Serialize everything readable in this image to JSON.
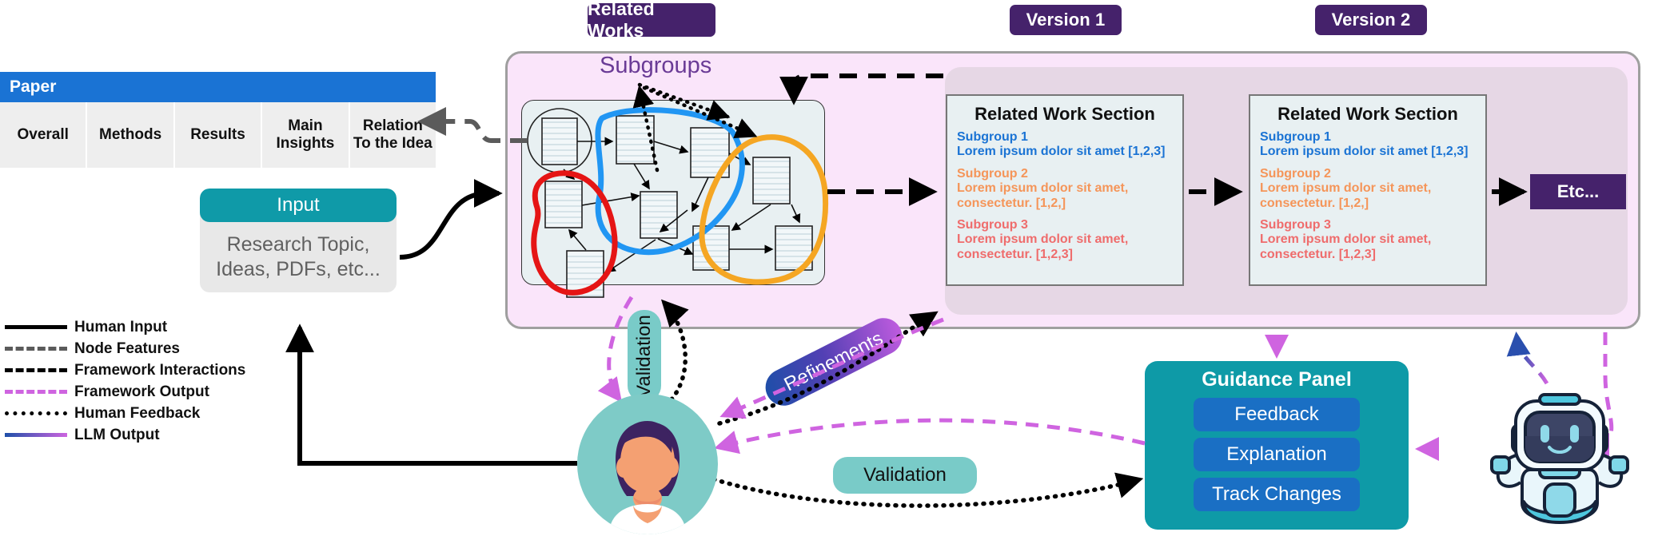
{
  "badges": [
    {
      "id": "related-works",
      "label": "Related Works"
    },
    {
      "id": "version-1",
      "label": "Version 1"
    },
    {
      "id": "version-2",
      "label": "Version 2"
    }
  ],
  "paper_table": {
    "header": "Paper",
    "columns": [
      "Overall",
      "Methods",
      "Results",
      "Main Insights",
      "Relation To the Idea"
    ]
  },
  "input_card": {
    "title": "Input",
    "body": "Research Topic, Ideas, PDFs, etc..."
  },
  "legend": {
    "items": [
      {
        "label": "Human Input",
        "style": "solid",
        "color": "#000000"
      },
      {
        "label": "Node Features",
        "style": "dashed",
        "color": "#5b5b5b"
      },
      {
        "label": "Framework Interactions",
        "style": "dashed",
        "color": "#000000"
      },
      {
        "label": "Framework Output",
        "style": "dashed",
        "color": "#cf64e0"
      },
      {
        "label": "Human Feedback",
        "style": "dotted",
        "color": "#000000"
      },
      {
        "label": "LLM Output",
        "style": "dashed",
        "color": "#2a4fae"
      }
    ]
  },
  "graph": {
    "subgroups_label": "Subgroups",
    "clusters": [
      {
        "name": "cluster-blue",
        "color": "#2196f3"
      },
      {
        "name": "cluster-red",
        "color": "#e51515"
      },
      {
        "name": "cluster-orange",
        "color": "#f5a623"
      }
    ]
  },
  "related_work_sections": [
    {
      "title": "Related Work Section",
      "subgroups": [
        {
          "name": "Subgroup 1",
          "text": "Lorem ipsum dolor sit amet [1,2,3]",
          "color": "#1a73d4"
        },
        {
          "name": "Subgroup 2",
          "text": "Lorem ipsum dolor sit amet, consectetur. [1,2,]",
          "color": "#f59559"
        },
        {
          "name": "Subgroup 3",
          "text": "Lorem ipsum dolor sit amet, consectetur. [1,2,3]",
          "color": "#ef6c6c"
        }
      ]
    },
    {
      "title": "Related Work Section",
      "subgroups": [
        {
          "name": "Subgroup 1",
          "text": "Lorem ipsum dolor sit amet [1,2,3]",
          "color": "#1a73d4"
        },
        {
          "name": "Subgroup 2",
          "text": "Lorem ipsum dolor sit amet, consectetur. [1,2,]",
          "color": "#f59559"
        },
        {
          "name": "Subgroup 3",
          "text": "Lorem ipsum dolor sit amet, consectetur. [1,2,3]",
          "color": "#ef6c6c"
        }
      ]
    }
  ],
  "etc_box": {
    "label": "Etc..."
  },
  "guidance_panel": {
    "title": "Guidance Panel",
    "buttons": [
      "Feedback",
      "Explanation",
      "Track Changes"
    ]
  },
  "pills": {
    "validation_vertical": "Validation",
    "validation_horizontal": "Validation",
    "refinements": "Refinements"
  },
  "actors": {
    "human": "human-avatar-icon",
    "llm": "robot-icon"
  },
  "colors": {
    "panel_pink": "#fae5fa",
    "panel_lavender": "#e6d7e5",
    "graph_bg": "#e8f0f2",
    "teal": "#0e9aa7",
    "blue": "#1a6fc4",
    "purple": "#45226b",
    "magenta_dashed": "#cf64e0",
    "llm_blue": "#2a4fae",
    "pill_teal": "#79cbc8"
  }
}
